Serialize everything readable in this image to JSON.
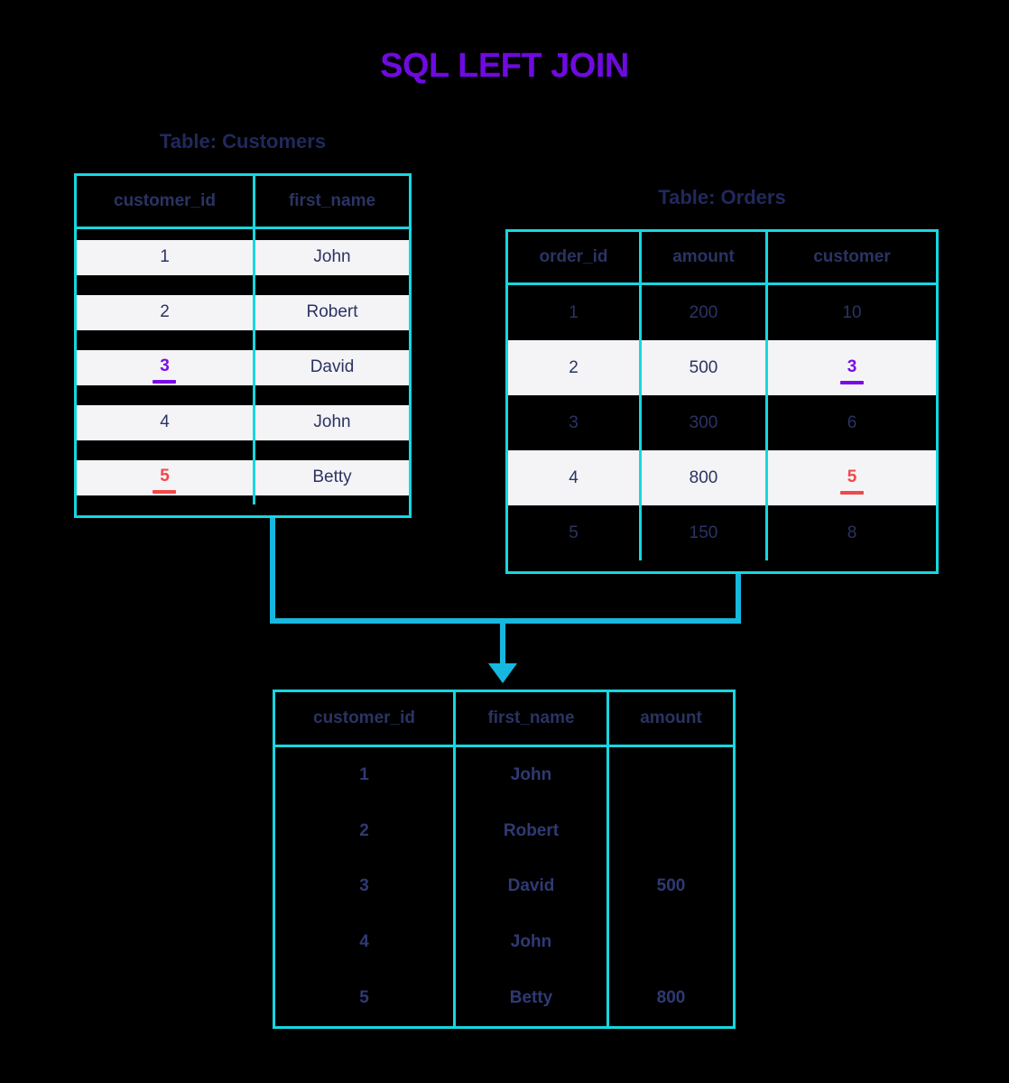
{
  "title": "SQL LEFT JOIN",
  "colors": {
    "title_purple": "#6f0ae0",
    "table_border_cyan": "#16d7e0",
    "connector_cyan": "#16b8e0",
    "text_navy": "#21295c",
    "highlight_purple": "#7a0be6",
    "highlight_red": "#f0484a",
    "row_stripe": "#f4f4f6",
    "background": "#000000"
  },
  "customers_table": {
    "caption": "Table: Customers",
    "headers": [
      "customer_id",
      "first_name"
    ],
    "rows": [
      {
        "customer_id": "1",
        "first_name": "John",
        "highlight": "none"
      },
      {
        "customer_id": "2",
        "first_name": "Robert",
        "highlight": "none"
      },
      {
        "customer_id": "3",
        "first_name": "David",
        "highlight": "purple"
      },
      {
        "customer_id": "4",
        "first_name": "John",
        "highlight": "none"
      },
      {
        "customer_id": "5",
        "first_name": "Betty",
        "highlight": "red"
      }
    ]
  },
  "orders_table": {
    "caption": "Table: Orders",
    "headers": [
      "order_id",
      "amount",
      "customer"
    ],
    "rows": [
      {
        "order_id": "1",
        "amount": "200",
        "customer": "10",
        "highlight": "none",
        "shaded": false
      },
      {
        "order_id": "2",
        "amount": "500",
        "customer": "3",
        "highlight": "purple",
        "shaded": true
      },
      {
        "order_id": "3",
        "amount": "300",
        "customer": "6",
        "highlight": "none",
        "shaded": false
      },
      {
        "order_id": "4",
        "amount": "800",
        "customer": "5",
        "highlight": "red",
        "shaded": true
      },
      {
        "order_id": "5",
        "amount": "150",
        "customer": "8",
        "highlight": "none",
        "shaded": false
      }
    ]
  },
  "result_table": {
    "headers": [
      "customer_id",
      "first_name",
      "amount"
    ],
    "rows": [
      {
        "customer_id": "1",
        "first_name": "John",
        "amount": ""
      },
      {
        "customer_id": "2",
        "first_name": "Robert",
        "amount": ""
      },
      {
        "customer_id": "3",
        "first_name": "David",
        "amount": "500"
      },
      {
        "customer_id": "4",
        "first_name": "John",
        "amount": ""
      },
      {
        "customer_id": "5",
        "first_name": "Betty",
        "amount": "800"
      }
    ]
  },
  "connector": {
    "arrow_icon": "arrow-down-icon"
  }
}
